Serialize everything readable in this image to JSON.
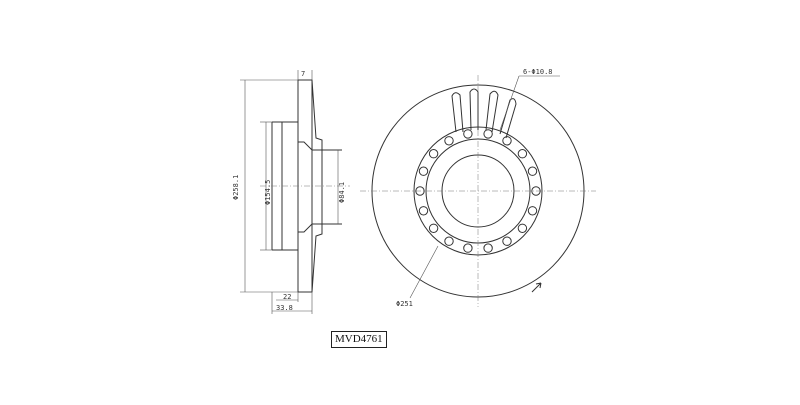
{
  "part_number": "MVD4761",
  "dimensions": {
    "outer_diameter": "Φ258.1",
    "hub_diameter": "Φ154.5",
    "center_bore": "Φ84.1",
    "bolt_holes": "6-Φ10.8",
    "pitch_circle": "Φ251",
    "thickness": "22",
    "total_height": "33.8",
    "small_dim": "7"
  },
  "colors": {
    "line": "#333333",
    "background": "#ffffff"
  }
}
